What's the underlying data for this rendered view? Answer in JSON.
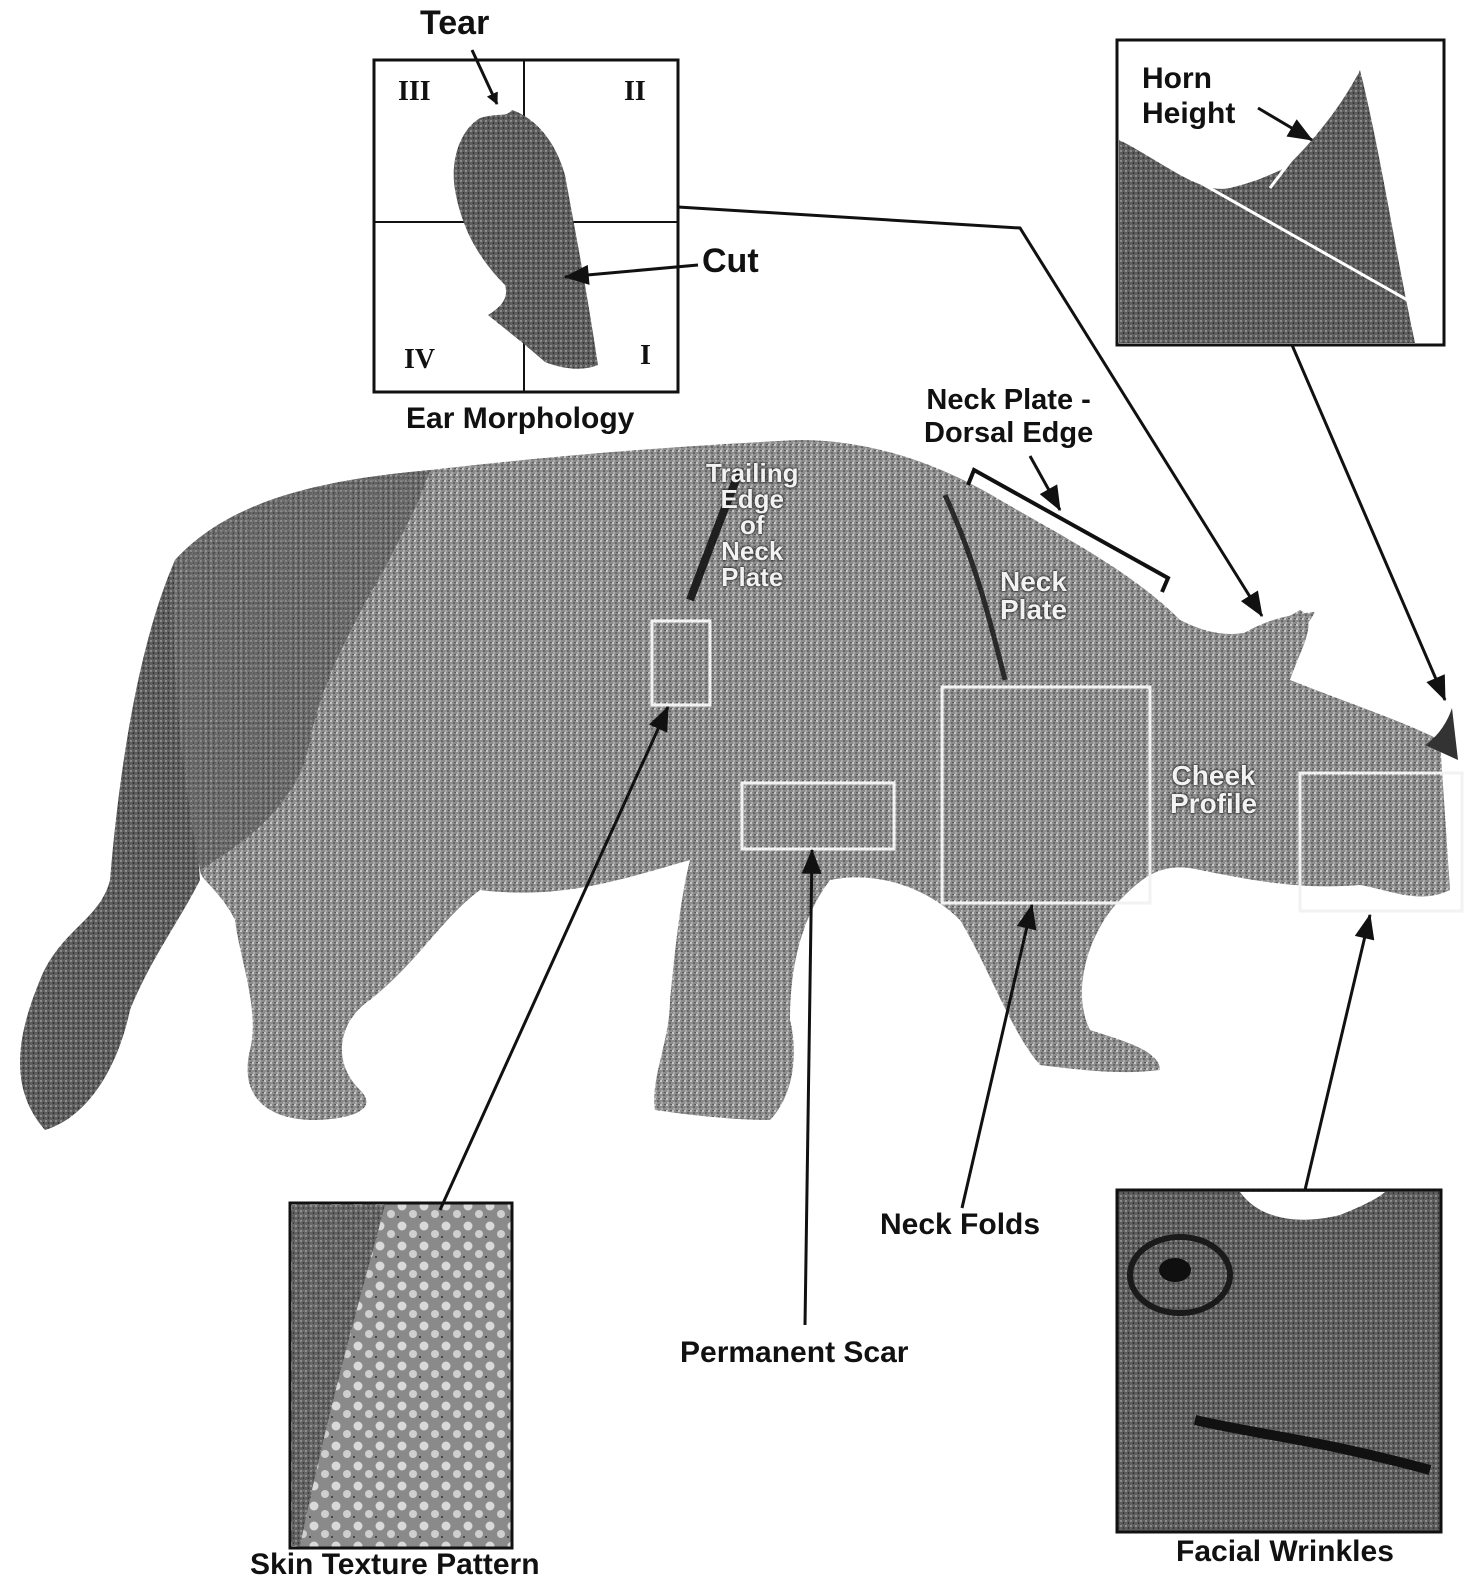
{
  "labels": {
    "tear": "Tear",
    "cut": "Cut",
    "ear_morphology": "Ear Morphology",
    "horn_height": "Horn\nHeight",
    "neck_plate_dorsal_edge": "Neck Plate -\nDorsal Edge",
    "trailing_edge": "Trailing\nEdge\nof\nNeck\nPlate",
    "neck_plate": "Neck\nPlate",
    "cheek_profile": "Cheek\nProfile",
    "skin_texture_pattern": "Skin Texture Pattern",
    "permanent_scar": "Permanent Scar",
    "neck_folds": "Neck Folds",
    "facial_wrinkles": "Facial Wrinkles"
  },
  "quadrants": {
    "q1": "I",
    "q2": "II",
    "q3": "III",
    "q4": "IV"
  },
  "colors": {
    "ink": "#111111",
    "body": "#8a8a8a",
    "body_dark": "#5a5a5a",
    "paper": "#ffffff"
  }
}
